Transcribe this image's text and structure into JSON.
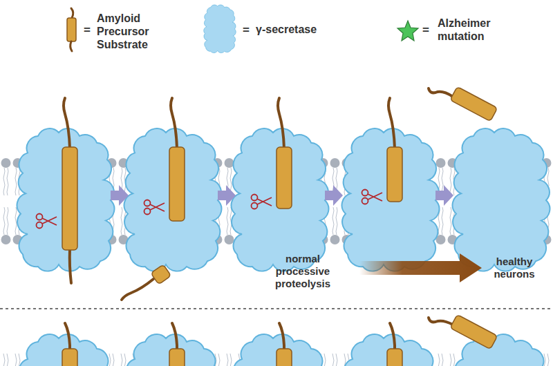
{
  "diagram": {
    "labels": [
      "=",
      "=",
      "=",
      "normal processive proteolysis",
      "healthy neurons"
    ],
    "legend": [
      {
        "text": "Amyloid Precursor Substrate"
      },
      {
        "text": "γ-secretase"
      },
      {
        "text": "Alzheimer mutation"
      }
    ]
  }
}
